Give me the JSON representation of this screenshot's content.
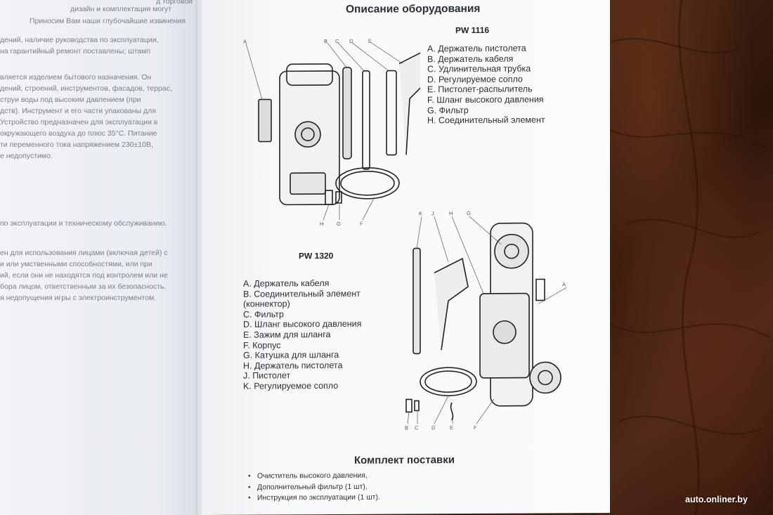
{
  "left_page": {
    "lines": [
      "д торговой",
      "дизайн и комплектация могут",
      "Приносим Вам наши глубочайшие извинения",
      "дений, наличие руководства по эксплуатации,",
      "на гарантийный ремонт поставлены; штамп",
      "вляется изделием бытового назначения. Он",
      "дений, строений, инструментов, фасадов, террас,",
      "струи воды под высоким давлением (при",
      "дств). Инструмент и его части упакованы для",
      "Устройство предназначен для эксплуатации в",
      "окружающего воздуха до плюс 35°С. Питание",
      "ти переменного тока напряжением 230±10В,",
      "е недопустимо.",
      "по эксплуатации и техническому обслуживанию.",
      "ен для использования лицами (включая детей) с",
      "и или умственными способностями, или при",
      "ий, если они не находятся под контролем или не",
      "бора лицом, ответственным за их безопасность.",
      "я недопущения игры с электроинструментом."
    ]
  },
  "right_page": {
    "title": "Описание оборудования",
    "model1": {
      "name": "PW 1116",
      "parts": [
        "A. Держатель пистолета",
        "B. Держатель кабеля",
        "C. Удлинительная трубка",
        "D. Регулируемое сопло",
        "E. Пистолет-распылитель",
        "F. Шланг высокого давления",
        "G. Фильтр",
        "H. Соединительный элемент"
      ],
      "callouts": [
        "A",
        "B",
        "C",
        "D",
        "E",
        "F",
        "G",
        "H"
      ]
    },
    "model2": {
      "name": "PW 1320",
      "parts": [
        "A. Держатель кабеля",
        "B. Соединительный элемент",
        "(коннектор)",
        "C. Фильтр",
        "D. Шланг высокого давления",
        "E. Зажим для шланга",
        "F. Корпус",
        "G. Катушка для шланга",
        "H. Держатель пистолета",
        "J. Пистолет",
        "K. Регулируемое сопло"
      ],
      "callouts": [
        "K",
        "J",
        "H",
        "G",
        "A",
        "B",
        "C",
        "D",
        "E",
        "F"
      ]
    },
    "kit": {
      "title": "Комплект поставки",
      "items": [
        "Очиститель высокого давления,",
        "Дополнительный фильтр (1 шт),",
        "Инструкция по эксплуатации (1 шт)."
      ]
    }
  },
  "watermark": "auto.onliner.by"
}
